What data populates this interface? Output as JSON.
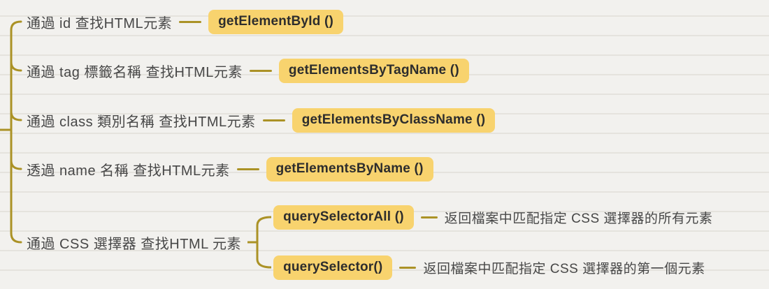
{
  "theme": {
    "background": "#f2f1ee",
    "connector_color": "#ab9226",
    "highlight_bg": "#f8d36e",
    "label_color": "#474747",
    "code_color": "#2d2d2d"
  },
  "tree": {
    "branches": [
      {
        "label": "通過 id 查找HTML元素",
        "method": "getElementById ()"
      },
      {
        "label": "通過 tag 標籤名稱 查找HTML元素",
        "method": "getElementsByTagName ()"
      },
      {
        "label": "通過 class 類別名稱 查找HTML元素",
        "method": "getElementsByClassName ()"
      },
      {
        "label": "透過 name 名稱 查找HTML元素",
        "method": "getElementsByName ()"
      },
      {
        "label": "通過 CSS 選擇器 查找HTML 元素",
        "children": [
          {
            "method": "querySelectorAll ()",
            "description": "返回檔案中匹配指定 CSS 選擇器的所有元素"
          },
          {
            "method": "querySelector()",
            "description": "返回檔案中匹配指定 CSS 選擇器的第一個元素"
          }
        ]
      }
    ]
  }
}
